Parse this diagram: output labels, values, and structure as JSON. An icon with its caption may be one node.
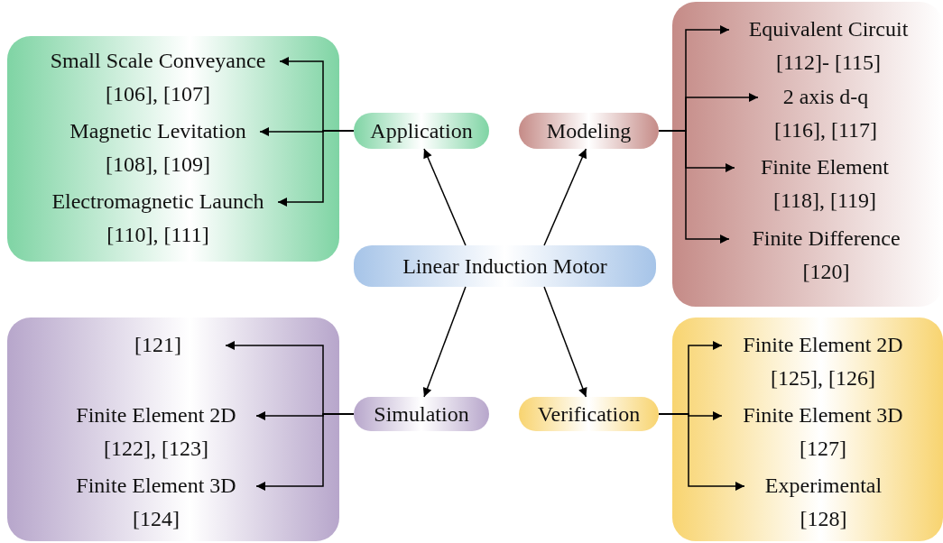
{
  "diagram": {
    "nodes": [
      {
        "text": [],
        "shape": "box"
      },
      {
        "text": [
          "Small Scale Conveyance [106], [107]"
        ],
        "in": 0
      },
      {
        "text": [
          "Magnetic Levitation [108], [109]"
        ],
        "in": 0
      },
      {
        "text": [
          "Electromagnetic Launch [110], [111]"
        ],
        "in": 0
      },
      {
        "text": [
          "Application"
        ]
      },
      {
        "text": [],
        "shape": "box"
      },
      {
        "text": [
          "Equivalent Circuit [112]- [115]"
        ],
        "in": 5
      },
      {
        "text": [
          "2 axis d-q [116], [117]"
        ],
        "in": 5
      },
      {
        "text": [
          "Finite Element [118], [119]"
        ],
        "in": 5
      },
      {
        "text": [
          "Finite Difference [120]"
        ],
        "in": 5
      },
      {
        "text": [
          "Modeling"
        ]
      },
      {
        "text": [
          "Linear Induction Motor"
        ]
      },
      {
        "text": [],
        "shape": "box"
      },
      {
        "text": [
          "[121]"
        ],
        "in": 12
      },
      {
        "text": [
          "Finite Element 2D [122], [123]"
        ],
        "in": 12
      },
      {
        "text": [
          "Finite Element 3D [124]"
        ],
        "in": 12
      },
      {
        "text": [
          "Simulation"
        ]
      },
      {
        "text": [
          "Verification"
        ]
      },
      {
        "text": [],
        "shape": "box"
      },
      {
        "text": [
          "Finite Element 2D [125], [126]"
        ],
        "in": 18
      },
      {
        "text": [
          "Finite Element 3D [127]"
        ],
        "in": 18
      },
      {
        "text": [
          "Experimental [128]"
        ],
        "in": 18
      }
    ],
    "edges": [
      {
        "from": 11,
        "to": 4,
        "arrow": "to"
      },
      {
        "from": 11,
        "to": 10,
        "arrow": "to"
      },
      {
        "from": 11,
        "to": 16,
        "arrow": "to"
      },
      {
        "from": 11,
        "to": 17,
        "arrow": "to"
      },
      {
        "from": 4,
        "to": 1,
        "arrow": "to"
      },
      {
        "from": 4,
        "to": 2,
        "arrow": "to"
      },
      {
        "from": 4,
        "to": 3,
        "arrow": "to"
      },
      {
        "from": 10,
        "to": 6,
        "arrow": "to"
      },
      {
        "from": 10,
        "to": 7,
        "arrow": "to"
      },
      {
        "from": 10,
        "to": 8,
        "arrow": "to"
      },
      {
        "from": 10,
        "to": 9,
        "arrow": "to"
      },
      {
        "from": 16,
        "to": 13,
        "arrow": "to"
      },
      {
        "from": 16,
        "to": 14,
        "arrow": "to"
      },
      {
        "from": 16,
        "to": 15,
        "arrow": "to"
      },
      {
        "from": 17,
        "to": 19,
        "arrow": "to"
      },
      {
        "from": 17,
        "to": 20,
        "arrow": "to"
      },
      {
        "from": 17,
        "to": 21,
        "arrow": "to"
      }
    ]
  }
}
